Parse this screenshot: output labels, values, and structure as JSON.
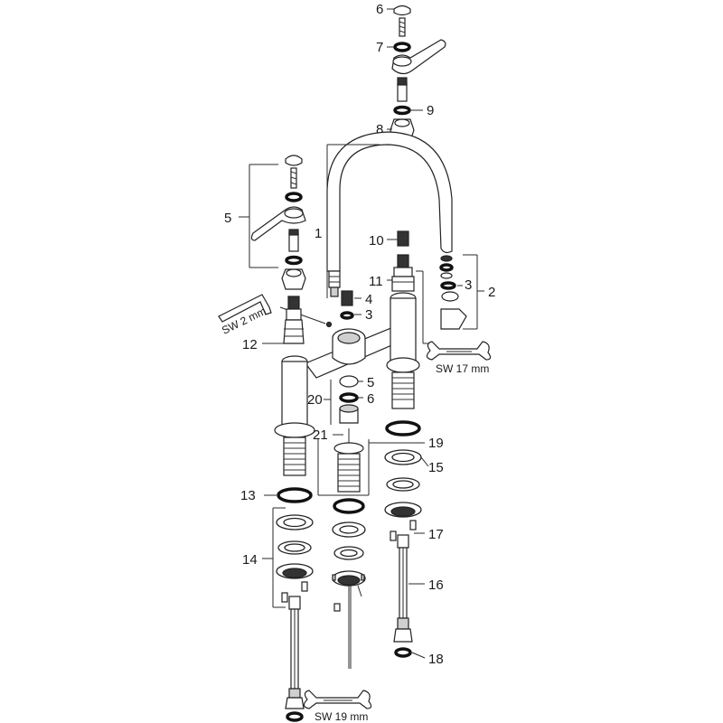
{
  "diagram": {
    "callouts": {
      "c1": "1",
      "c2": "2",
      "c3a": "3",
      "c3b": "3",
      "c4": "4",
      "c5a": "5",
      "c5b": "5",
      "c6a": "6",
      "c6b": "6",
      "c7": "7",
      "c8": "8",
      "c9": "9",
      "c10": "10",
      "c11": "11",
      "c12": "12",
      "c13": "13",
      "c14": "14",
      "c15": "15",
      "c16": "16",
      "c17": "17",
      "c18": "18",
      "c19": "19",
      "c20": "20",
      "c21": "21"
    },
    "tools": {
      "hex_key": "SW 2 mm",
      "wrench_17": "SW 17 mm",
      "wrench_19": "SW 19 mm"
    }
  }
}
